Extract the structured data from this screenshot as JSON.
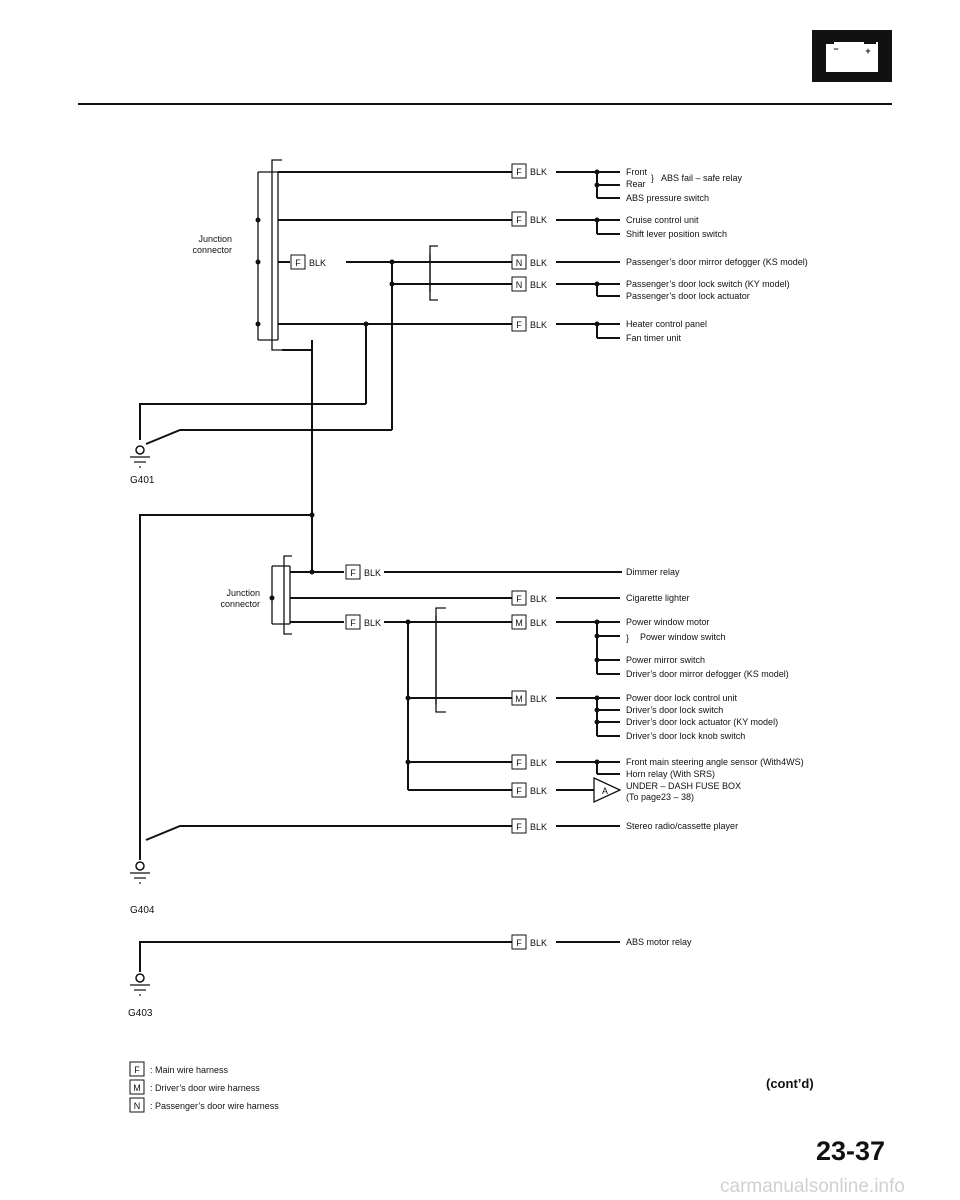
{
  "harness_codes": {
    "main": "F",
    "driver_door": "M",
    "passenger_door": "N"
  },
  "wire_color": "BLK",
  "junction_label": [
    "Junction",
    "connector"
  ],
  "grounds": {
    "g401": "G401",
    "g404": "G404",
    "g403": "G403"
  },
  "top_group": [
    {
      "code": "F",
      "wire": "BLK",
      "loads": [
        "Front",
        "Rear",
        "ABS pressure switch"
      ],
      "brace_label": "ABS fail – safe relay"
    },
    {
      "code": "F",
      "wire": "BLK",
      "loads": [
        "Cruise control unit",
        "Shift lever position switch"
      ]
    },
    {
      "code": "F",
      "wire": "BLK"
    },
    {
      "code": "N",
      "wire": "BLK",
      "loads": [
        "Passenger’s door mirror defogger (KS model)"
      ]
    },
    {
      "code": "N",
      "wire": "BLK",
      "loads": [
        "Passenger’s door lock switch (KY model)",
        "Passenger’s door lock actuator"
      ]
    },
    {
      "code": "F",
      "wire": "BLK",
      "loads": [
        "Heater control panel",
        "Fan timer unit"
      ]
    }
  ],
  "bottom_group": [
    {
      "code": "F",
      "wire": "BLK",
      "loads": [
        "Dimmer relay"
      ]
    },
    {
      "code": "F",
      "wire": "BLK",
      "loads": [
        "Cigarette lighter"
      ]
    },
    {
      "code": "F",
      "wire": "BLK"
    },
    {
      "code": "M",
      "wire": "BLK",
      "loads": [
        "Power window motor",
        "Power window switch",
        "Power mirror switch",
        "Driver’s door mirror defogger (KS model)"
      ]
    },
    {
      "code": "M",
      "wire": "BLK",
      "loads": [
        "Power door lock control unit",
        "Driver’s door lock switch",
        "Driver’s door lock actuator (KY model)",
        "Driver’s door lock knob switch"
      ]
    },
    {
      "code": "F",
      "wire": "BLK",
      "loads": [
        "Front main steering angle sensor (With4WS)",
        "Horn relay (With SRS)"
      ]
    },
    {
      "code": "F",
      "wire": "BLK",
      "loads": [
        "UNDER – DASH FUSE BOX",
        "(To page23 – 38)"
      ],
      "connector": "A"
    },
    {
      "code": "F",
      "wire": "BLK",
      "loads": [
        "Stereo radio/cassette player"
      ]
    },
    {
      "code": "F",
      "wire": "BLK",
      "loads": [
        "ABS motor relay"
      ]
    }
  ],
  "battery_symbol": {
    "minus": "−",
    "plus": "+"
  },
  "legend": [
    {
      "code": "F",
      "text": ": Main wire harness"
    },
    {
      "code": "M",
      "text": ": Driver’s door wire harness"
    },
    {
      "code": "N",
      "text": ": Passenger’s door wire harness"
    }
  ],
  "continued": "(cont’d)",
  "page_number": "23-37",
  "watermark": "carmanualsonline.info"
}
